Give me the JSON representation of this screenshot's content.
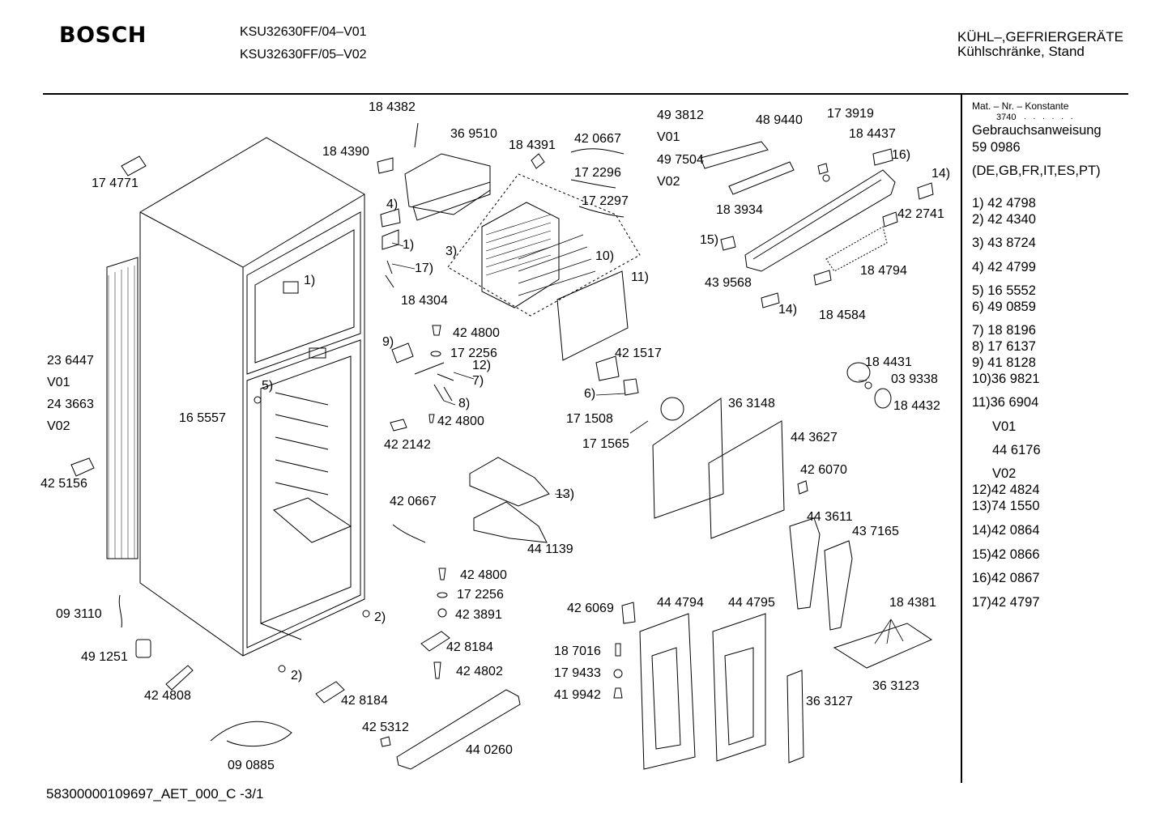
{
  "header": {
    "brand": "BOSCH",
    "models": [
      "KSU32630FF/04–V01",
      "KSU32630FF/05–V02"
    ],
    "category_line1": "KÜHL–,GEFRIERGERÄTE",
    "category_line2": "Kühlschränke, Stand"
  },
  "footer": {
    "doc_id": "58300000109697_AET_000_C -3/1"
  },
  "sidebar": {
    "heading": "Mat. – Nr. – Konstante",
    "konstante": "3740",
    "dots": ". . . . . .",
    "manual_label": "Gebrauchsanweisung",
    "manual_number": "59 0986",
    "languages": "(DE,GB,FR,IT,ES,PT)",
    "items": [
      {
        "ref": "1)",
        "part": "42 4798"
      },
      {
        "ref": "2)",
        "part": "42 4340"
      },
      {
        "ref": "3)",
        "part": "43 8724"
      },
      {
        "ref": "4)",
        "part": "42 4799"
      },
      {
        "ref": "5)",
        "part": "16 5552"
      },
      {
        "ref": "6)",
        "part": "49 0859"
      },
      {
        "ref": "7)",
        "part": "18 8196"
      },
      {
        "ref": "8)",
        "part": "17 6137"
      },
      {
        "ref": "9)",
        "part": "41 8128"
      },
      {
        "ref": "10)",
        "part": "36 9821"
      },
      {
        "ref": "11)",
        "part": "36 6904"
      },
      {
        "ref": "",
        "part": "V01"
      },
      {
        "ref": "",
        "part": "44 6176"
      },
      {
        "ref": "",
        "part": "V02"
      },
      {
        "ref": "12)",
        "part": "42 4824"
      },
      {
        "ref": "13)",
        "part": "74 1550"
      },
      {
        "ref": "14)",
        "part": "42 0864"
      },
      {
        "ref": "15)",
        "part": "42 0866"
      },
      {
        "ref": "16)",
        "part": "42 0867"
      },
      {
        "ref": "17)",
        "part": "42 4797"
      }
    ]
  },
  "labels": {
    "l01": "17 4771",
    "l02": "23 6447",
    "l03": "V01",
    "l04": "24 3663",
    "l05": "V02",
    "l06": "42 5156",
    "l07": "16 5557",
    "l08": "5)",
    "l09": "1)",
    "l10": "09 3110",
    "l11": "49 1251",
    "l12": "42 4808",
    "l13": "09 0885",
    "l14": "2)",
    "l15": "2)",
    "l16": "18 4382",
    "l17": "36 9510",
    "l18": "18 4390",
    "l19": "18 4391",
    "l20": "42 0667",
    "l21": "17 2296",
    "l22": "17 2297",
    "l23": "4)",
    "l24": "1)",
    "l25": "3)",
    "l26": "17)",
    "l27": "18 4304",
    "l28": "10)",
    "l29": "11)",
    "l30": "42 4800",
    "l31": "9)",
    "l32": "17 2256",
    "l33": "12)",
    "l34": "7)",
    "l35": "8)",
    "l36": "42 4800",
    "l37": "42 2142",
    "l38": "42 1517",
    "l39": "6)",
    "l40": "17 1508",
    "l41": "17 1565",
    "l42": "13)",
    "l43": "42 0667",
    "l44": "44 1139",
    "l45": "42 4800",
    "l46": "17 2256",
    "l47": "42 3891",
    "l48": "42 8184",
    "l49": "42 4802",
    "l50": "42 8184",
    "l51": "42 5312",
    "l52": "44 0260",
    "l53": "49 3812",
    "l54": "V01",
    "l55": "49 7504",
    "l56": "V02",
    "l57": "48 9440",
    "l58": "17 3919",
    "l59": "18 4437",
    "l60": "16)",
    "l61": "14)",
    "l62": "18 3934",
    "l63": "42 2741",
    "l64": "15)",
    "l65": "43 9568",
    "l66": "18 4794",
    "l67": "14)",
    "l68": "18 4584",
    "l69": "18 4431",
    "l70": "03 9338",
    "l71": "18 4432",
    "l72": "36 3148",
    "l73": "44 3627",
    "l74": "42 6070",
    "l75": "44 3611",
    "l76": "43 7165",
    "l77": "42 6069",
    "l78": "44 4794",
    "l79": "44 4795",
    "l80": "18 4381",
    "l81": "18 7016",
    "l82": "17 9433",
    "l83": "41 9942",
    "l84": "36 3123",
    "l85": "36 3127"
  }
}
